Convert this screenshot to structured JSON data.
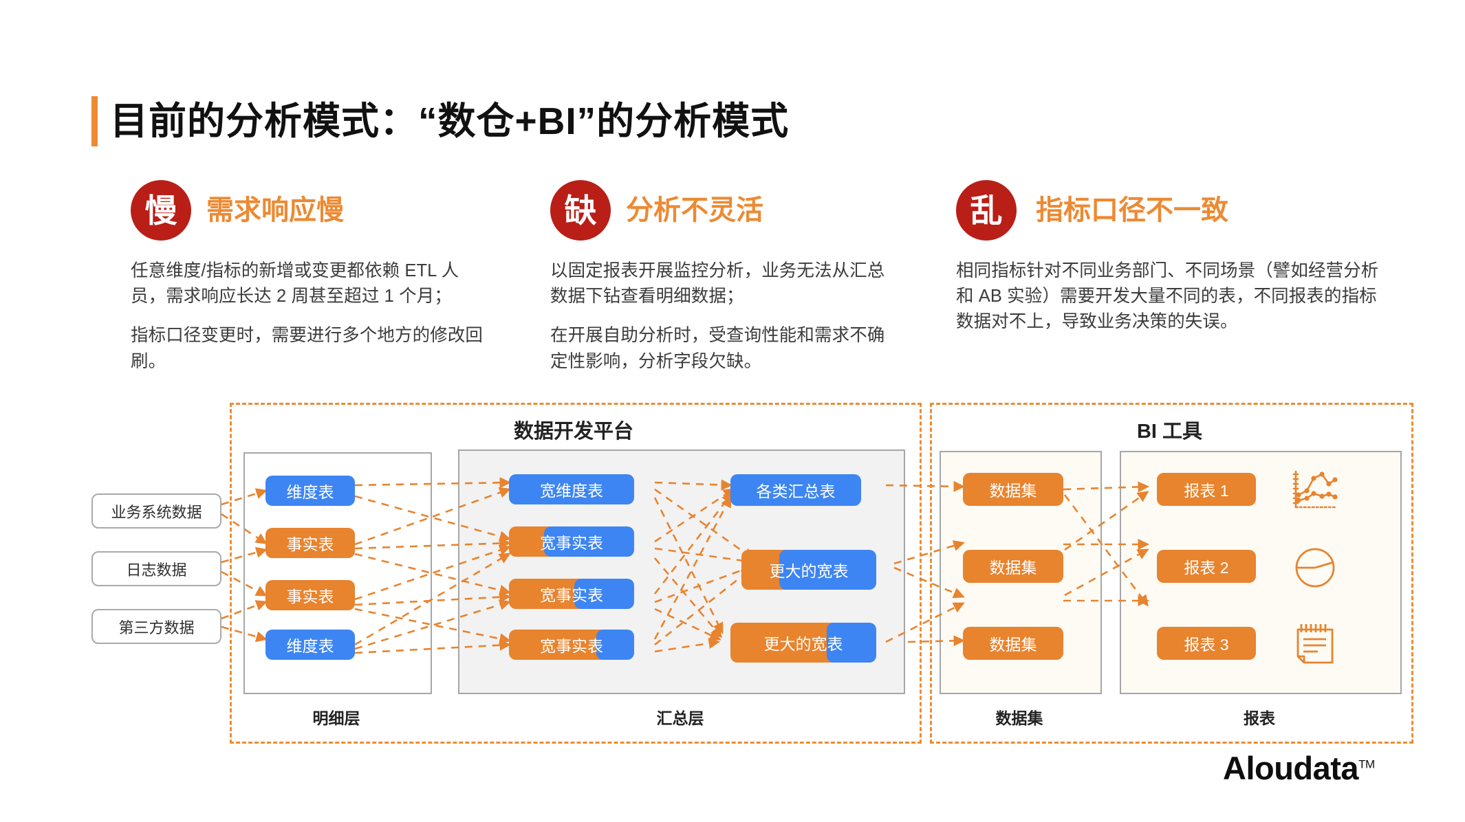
{
  "page": {
    "title": "目前的分析模式：“数仓+BI”的分析模式",
    "accent_orange": "#EC8A33",
    "accent_blue": "#3D85F2",
    "badge_red": "#B91F17"
  },
  "problems": [
    {
      "badge": "慢",
      "heading": "需求响应慢",
      "paragraphs": [
        "任意维度/指标的新增或变更都依赖 ETL 人员，需求响应长达 2 周甚至超过 1 个月；",
        "指标口径变更时，需要进行多个地方的修改回刷。"
      ]
    },
    {
      "badge": "缺",
      "heading": "分析不灵活",
      "paragraphs": [
        "以固定报表开展监控分析，业务无法从汇总数据下钻查看明细数据；",
        "在开展自助分析时，受查询性能和需求不确定性影响，分析字段欠缺。"
      ]
    },
    {
      "badge": "乱",
      "heading": "指标口径不一致",
      "paragraphs": [
        "相同指标针对不同业务部门、不同场景（譬如经营分析和 AB 实验）需要开发大量不同的表，不同报表的指标数据对不上，导致业务决策的失误。",
        ""
      ]
    }
  ],
  "diagram": {
    "sources": [
      {
        "label": "业务系统数据"
      },
      {
        "label": "日志数据"
      },
      {
        "label": "第三方数据"
      }
    ],
    "groups": {
      "dev_platform": "数据开发平台",
      "bi_tool": "BI 工具"
    },
    "captions": {
      "detail_layer": "明细层",
      "summary_layer": "汇总层",
      "dataset": "数据集",
      "report": "报表"
    },
    "detail_layer_nodes": [
      {
        "label": "维度表",
        "type": "blue"
      },
      {
        "label": "事实表",
        "type": "orange"
      },
      {
        "label": "事实表",
        "type": "orange"
      },
      {
        "label": "维度表",
        "type": "blue"
      }
    ],
    "summary_wide_nodes": [
      {
        "label": "宽维度表",
        "type": "blue",
        "orange_ratio": 0
      },
      {
        "label": "宽事实表",
        "type": "split",
        "orange_ratio": 0.28
      },
      {
        "label": "宽事实表",
        "type": "split",
        "orange_ratio": 0.62
      },
      {
        "label": "宽事实表",
        "type": "split",
        "orange_ratio": 0.78
      }
    ],
    "summary_agg_nodes": [
      {
        "label": "各类汇总表",
        "type": "blue",
        "orange_ratio": 0
      },
      {
        "label": "更大的宽表",
        "type": "split",
        "orange_ratio": 0.32
      },
      {
        "label": "更大的宽表",
        "type": "split",
        "orange_ratio": 0.72
      }
    ],
    "datasets": [
      {
        "label": "数据集"
      },
      {
        "label": "数据集"
      },
      {
        "label": "数据集"
      }
    ],
    "reports": [
      {
        "label": "报表 1",
        "icon": "line-chart-icon"
      },
      {
        "label": "报表 2",
        "icon": "pie-chart-icon"
      },
      {
        "label": "报表 3",
        "icon": "notebook-report-icon"
      }
    ]
  },
  "brand": {
    "logo": "Aloudata",
    "trademark": "TM"
  }
}
